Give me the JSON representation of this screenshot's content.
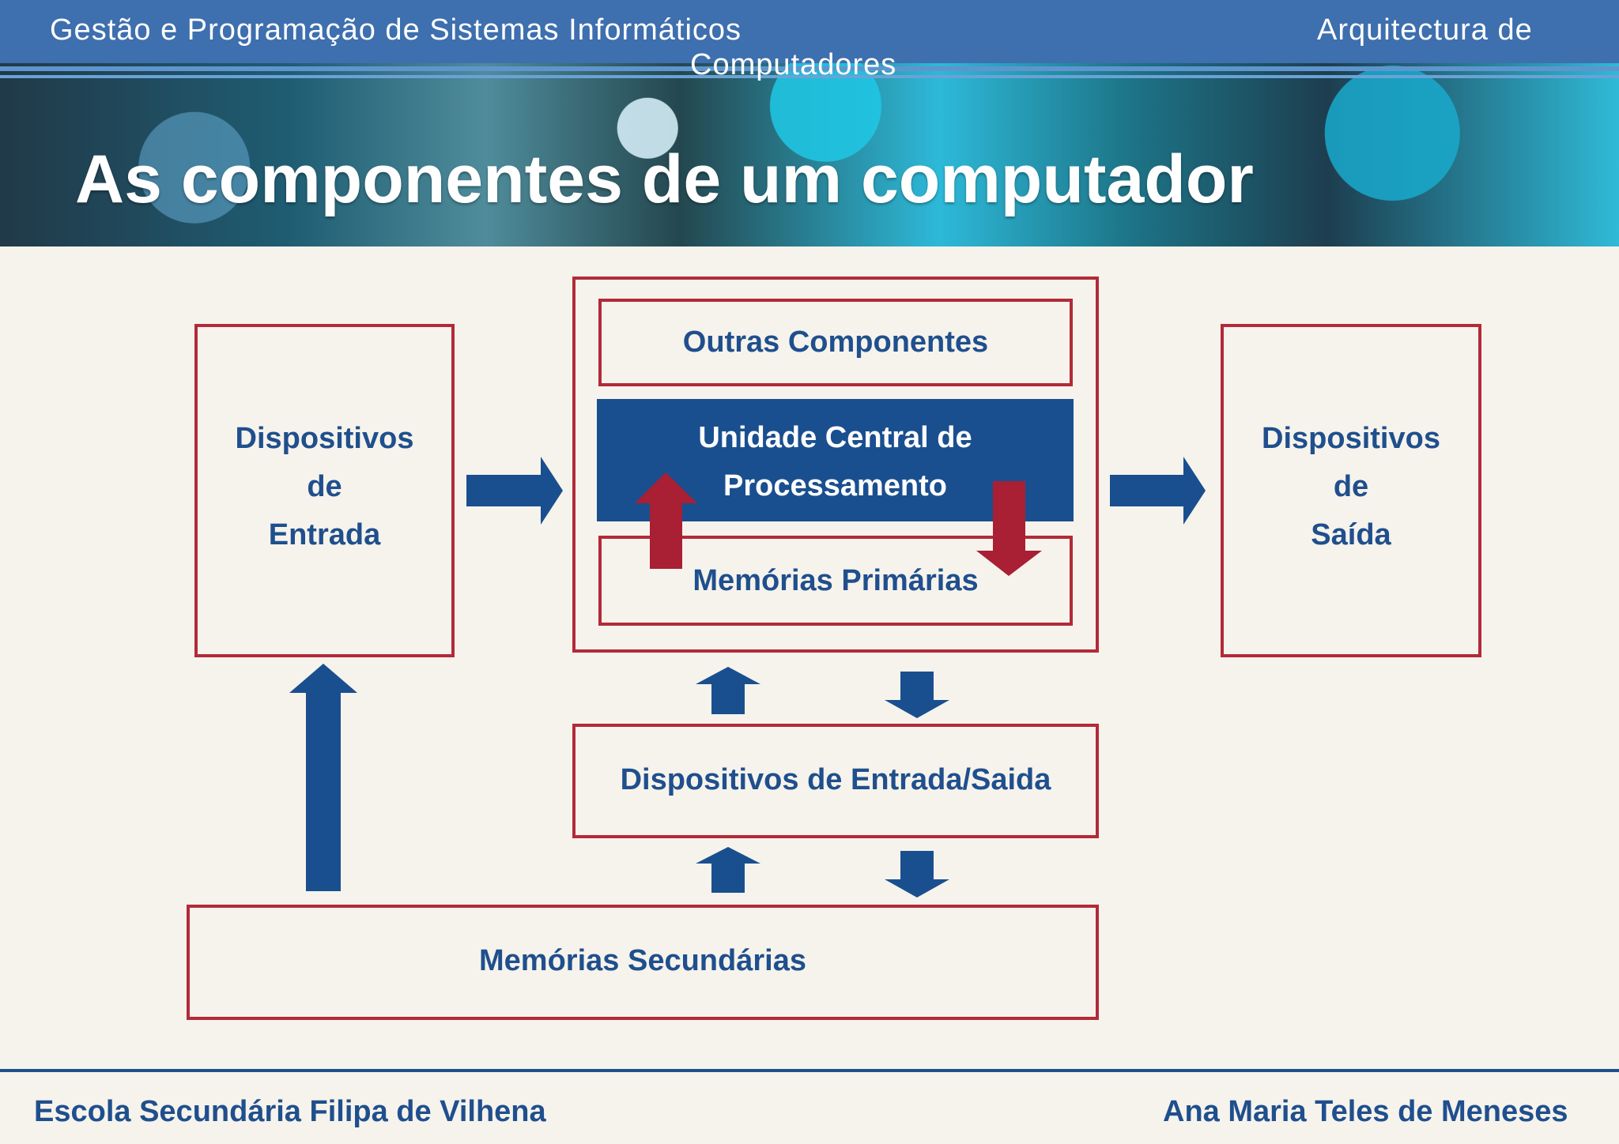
{
  "header": {
    "left_text": "Gestão e Programação de Sistemas Informáticos",
    "right_text": "Arquitectura de",
    "subtitle_text": "Computadores",
    "page_title": "As componentes de um computador"
  },
  "diagram": {
    "input_devices": {
      "line_1": "Dispositivos",
      "line_2": "de",
      "line_3": "Entrada"
    },
    "other_components": "Outras Componentes",
    "cpu": {
      "line_1": "Unidade Central de",
      "line_2": "Processamento"
    },
    "primary_memory": "Memórias Primárias",
    "output_devices": {
      "line_1": "Dispositivos",
      "line_2": "de",
      "line_3": "Saída"
    },
    "io_devices": "Dispositivos de Entrada/Saida",
    "secondary_memory": "Memórias Secundárias"
  },
  "footer": {
    "left_text": "Escola Secundária Filipa de Vilhena",
    "right_text": "Ana Maria Teles de Meneses"
  },
  "colors": {
    "accent_red": "#b22a39",
    "accent_blue": "#1a4f8f",
    "background": "#f6f3ec"
  }
}
